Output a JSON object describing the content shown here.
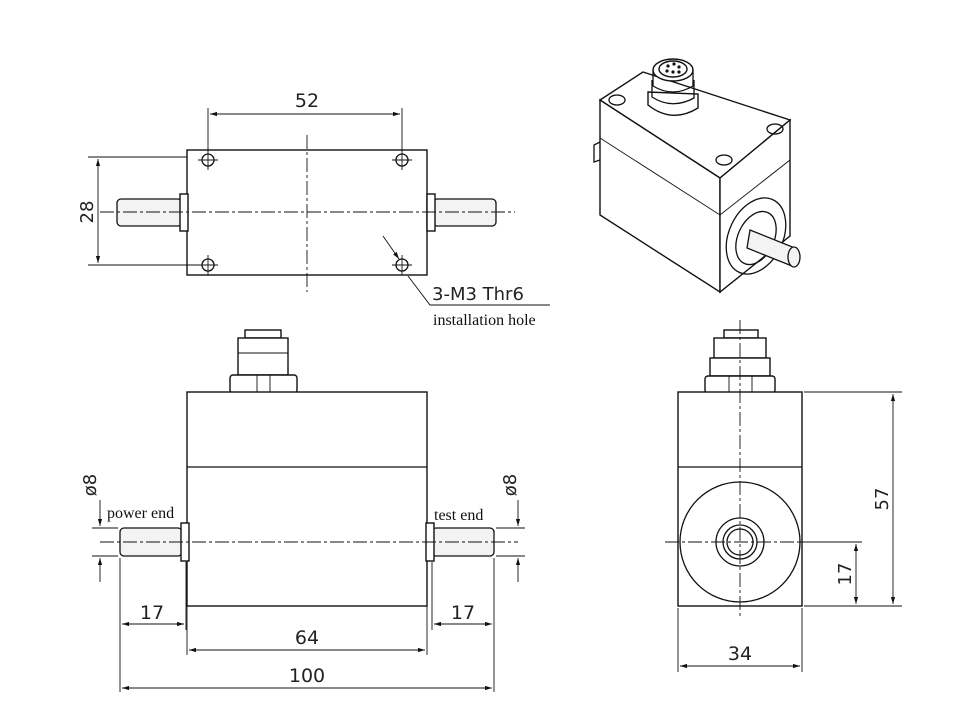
{
  "top_view": {
    "dim_spacing": "52",
    "dim_height": "28",
    "callout_thread": "3-M3  Thr6",
    "callout_purpose": "installation hole"
  },
  "front_view": {
    "shaft_dia_left": "ø8",
    "shaft_dia_right": "ø8",
    "label_power_end": "power end",
    "label_test_end": "test end",
    "dim_shaft_left": "17",
    "dim_shaft_right": "17",
    "dim_body": "64",
    "dim_overall": "100"
  },
  "side_view": {
    "dim_total_height": "57",
    "dim_axis_height": "17",
    "dim_width": "34"
  }
}
